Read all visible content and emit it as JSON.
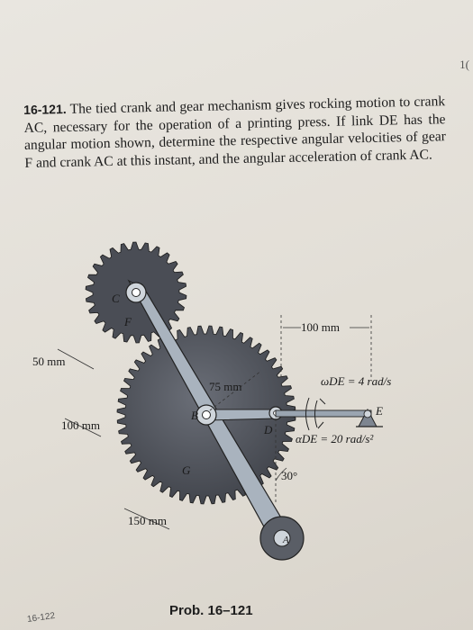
{
  "page": {
    "corner_number": "1(",
    "corner_tag": "16-122"
  },
  "problem": {
    "number": "16-121.",
    "text": "The tied crank and gear mechanism gives rocking motion to crank AC, necessary for the operation of a printing press. If link DE has the angular motion shown, determine the respective angular velocities of gear F and crank AC at this instant, and the angular acceleration of crank AC."
  },
  "figure": {
    "labels": {
      "C": "C",
      "F": "F",
      "B": "B",
      "D": "D",
      "E": "E",
      "G": "G",
      "A": "A",
      "dim_100_top": "100 mm",
      "dim_50": "50 mm",
      "dim_75": "75 mm",
      "dim_100_left": "100 mm",
      "dim_150": "150 mm",
      "omega_de": "ωDE = 4 rad/s",
      "alpha_de": "αDE = 20 rad/s²",
      "angle": "30°"
    },
    "colors": {
      "gear": "#4a4d55",
      "arm": "#a9b3be",
      "paper": "#e6e2da"
    }
  },
  "caption": "Prob. 16–121"
}
